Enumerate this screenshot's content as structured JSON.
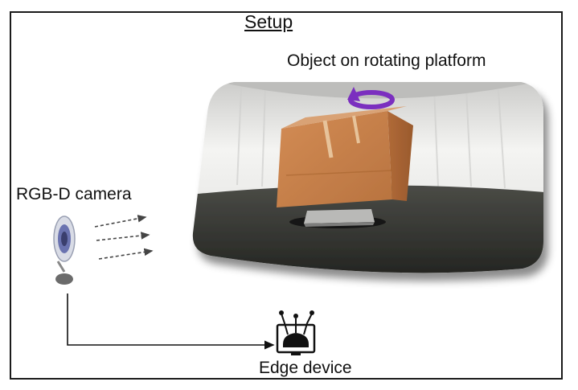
{
  "title": "Setup",
  "labels": {
    "object": "Object on rotating platform",
    "camera": "RGB-D camera",
    "edge": "Edge device"
  },
  "icons": {
    "camera": "webcam-icon",
    "edge": "edge-device-icon",
    "rotation": "rotation-arrow-icon",
    "box": "cardboard-box"
  },
  "colors": {
    "rotation_arrow": "#7b2fbf",
    "box": "#c8804a",
    "floor": "#2f302c",
    "backdrop": "#e8e8e6",
    "border": "#1a1a1a"
  }
}
